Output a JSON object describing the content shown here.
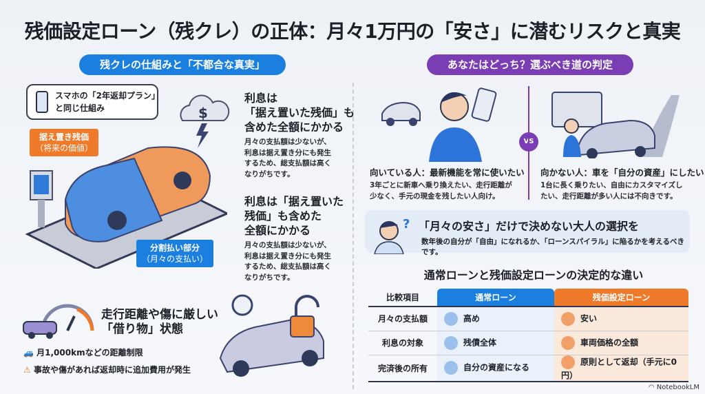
{
  "title": "残価設定ローン（残クレ）の正体：月々1万円の「安さ」に潜むリスクと真実",
  "left": {
    "pill": "残クレの仕組みと「不都合な真実」",
    "bubble": [
      "スマホの「2年返却プラン」",
      "と同じ仕組み"
    ],
    "tag_residual": [
      "据え置き残価",
      "（将来の価値）"
    ],
    "tag_installment": [
      "分割払い部分",
      "（月々の支払い）"
    ],
    "block1": {
      "heading": [
        "利息は",
        "「据え置いた残価」も",
        "含めた全額にかかる"
      ],
      "body": [
        "月々の支払額は少ないが、",
        "利息は据え置き分にも発生",
        "するため、総支払額は高く",
        "なりがちです。"
      ]
    },
    "block2": {
      "heading": [
        "利息は「据え置いた",
        "残価」も含めた",
        "全額にかかる"
      ],
      "body": [
        "月々の支払額は少ないが、",
        "利息は据え置き分にも発生",
        "するため、総支払額は高く",
        "なりがちです。"
      ]
    },
    "rental": {
      "heading": [
        "走行距離や傷に厳しい",
        "「借り物」状態"
      ],
      "bullets": [
        "月1,000kmなどの距離制限",
        "事故や傷があれば返却時に追加費用が発生"
      ]
    }
  },
  "right": {
    "pill": "あなたはどっち？選ぶべき道の判定",
    "vs": "VS",
    "suited": {
      "heading": "向いている人：最新機能を常に使いたい",
      "body": [
        "3年ごとに新車へ乗り換えたい、走行距離が",
        "少なく、手元の現金を残したい人向け。"
      ]
    },
    "unsuited": {
      "heading": "向かない人：車を「自分の資産」にしたい",
      "body": [
        "1台に長く乗りたい、自由にカスタマイズし",
        "たい、走行距離が多い人には不向きです。"
      ]
    },
    "callout": {
      "heading": "「月々の安さ」だけで決めない大人の選択を",
      "body": "数年後の自分が「自由」になれるか、「ローンスパイラル」に陥るかを考えるべきです。"
    },
    "table": {
      "title": "通常ローンと残価設定ローンの決定的な違い",
      "headers": [
        "比較項目",
        "通常ローン",
        "残価設定ローン"
      ],
      "rows": [
        [
          "月々の支払額",
          "高め",
          "安い"
        ],
        [
          "利息の対象",
          "残債全体",
          "車両価格の全額"
        ],
        [
          "完済後の所有",
          "自分の資産になる",
          "原則として返却（手元に0円）"
        ]
      ]
    }
  },
  "brand": "NotebookLM",
  "colors": {
    "blue": "#1b7fe0",
    "orange": "#ee7a2a",
    "purple": "#7a3db3"
  }
}
